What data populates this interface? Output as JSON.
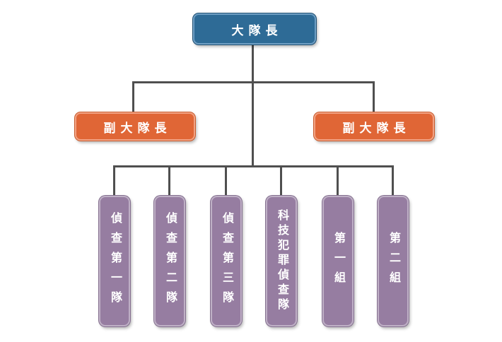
{
  "org": {
    "root": {
      "label": "大隊長"
    },
    "deputies": [
      {
        "label": "副大隊長"
      },
      {
        "label": "副大隊長"
      }
    ],
    "units": [
      {
        "label": "偵查第一隊"
      },
      {
        "label": "偵查第二隊"
      },
      {
        "label": "偵查第三隊"
      },
      {
        "label": "科技犯罪偵查隊"
      },
      {
        "label": "第一組"
      },
      {
        "label": "第二組"
      }
    ],
    "colors": {
      "root": "#2E6B96",
      "deputy": "#E06636",
      "unit": "#967DA1",
      "line": "#4F4F4F"
    }
  }
}
